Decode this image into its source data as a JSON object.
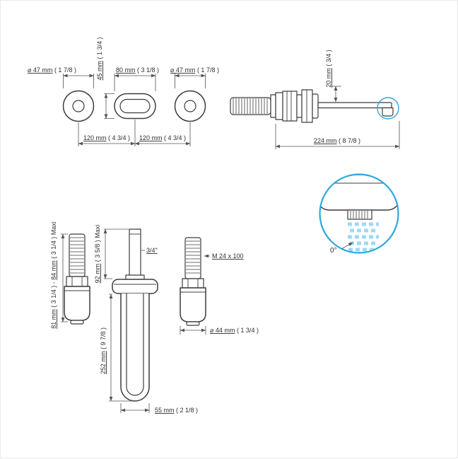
{
  "colors": {
    "line": "#3c3c3c",
    "accent": "#2ea7dd",
    "water": "#9ed9f4"
  },
  "front_view": {
    "left_dia": {
      "m": "⌀ 47 mm",
      "i": " ( 1 7/8 )"
    },
    "right_dia": {
      "m": "⌀ 47 mm",
      "i": " ( 1 7/8 )"
    },
    "oval_width": {
      "m": "80 mm",
      "i": " ( 3 1/8 )"
    },
    "oval_height": {
      "m": "45 mm",
      "i": " ( 1 3/4 )"
    },
    "pitch_left": {
      "m": "120 mm",
      "i": " ( 4 3/4 )"
    },
    "pitch_right": {
      "m": "120 mm",
      "i": " ( 4 3/4 )"
    }
  },
  "side_view": {
    "spout_drop": {
      "m": "20 mm",
      "i": " ( 3/4 )"
    },
    "total_length": {
      "m": "224 mm",
      "i": " ( 8 7/8 )"
    }
  },
  "detail_view": {
    "stream_angle": "0°"
  },
  "install_view": {
    "valve_depth_range": {
      "m1": "81 mm",
      "i1": " ( 3 1/4 )",
      "sep": " - ",
      "m2": "84 mm",
      "i2": " ( 3 1/4 )",
      "maxi": " Maxi"
    },
    "stem_height": {
      "m": "92 mm",
      "i": " ( 3 5/8 )",
      "maxi": " Maxi"
    },
    "stem_thread": "3/4\"",
    "body_depth": {
      "m": "252 mm",
      "i": " ( 9 7/8 )"
    },
    "body_width": {
      "m": "55 mm",
      "i": " ( 2 1/8 )"
    },
    "valve_thread": "M 24 x 100",
    "valve_dia": {
      "m": "⌀ 44 mm",
      "i": " ( 1 3/4 )"
    }
  }
}
